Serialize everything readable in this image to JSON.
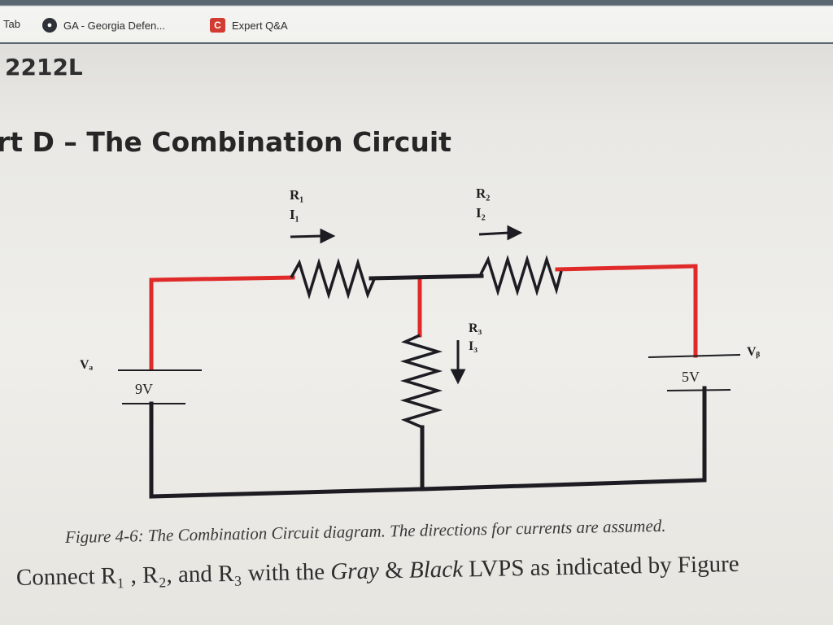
{
  "bookmarks": {
    "tab_label": "Tab",
    "item1": {
      "label": "GA - Georgia Defen...",
      "icon": "globe-icon"
    },
    "item2": {
      "label": "Expert Q&A",
      "icon": "chegg-c-icon",
      "icon_letter": "C"
    }
  },
  "page": {
    "course_code": "2212L",
    "section_title": "rt D – The Combination Circuit"
  },
  "diagram": {
    "r1": {
      "resistor": "R₁",
      "current": "I₁"
    },
    "r2": {
      "resistor": "R₂",
      "current": "I₂"
    },
    "r3": {
      "resistor": "R₃",
      "current": "I₃"
    },
    "va": "Vₐ",
    "vb": "Vᵦ",
    "battery_left": "9V",
    "battery_right": "5V",
    "colors": {
      "wire_red": "#e02a2a",
      "wire_black": "#1c1c22"
    }
  },
  "caption": "Figure 4-6: The Combination Circuit diagram. The directions for currents are assumed.",
  "instruction": {
    "part1": "Connect R₁ , R₂, and R₃ with the ",
    "gray": "Gray",
    "amp": " & ",
    "black": "Black",
    "part2": " LVPS as indicated by Figure"
  }
}
